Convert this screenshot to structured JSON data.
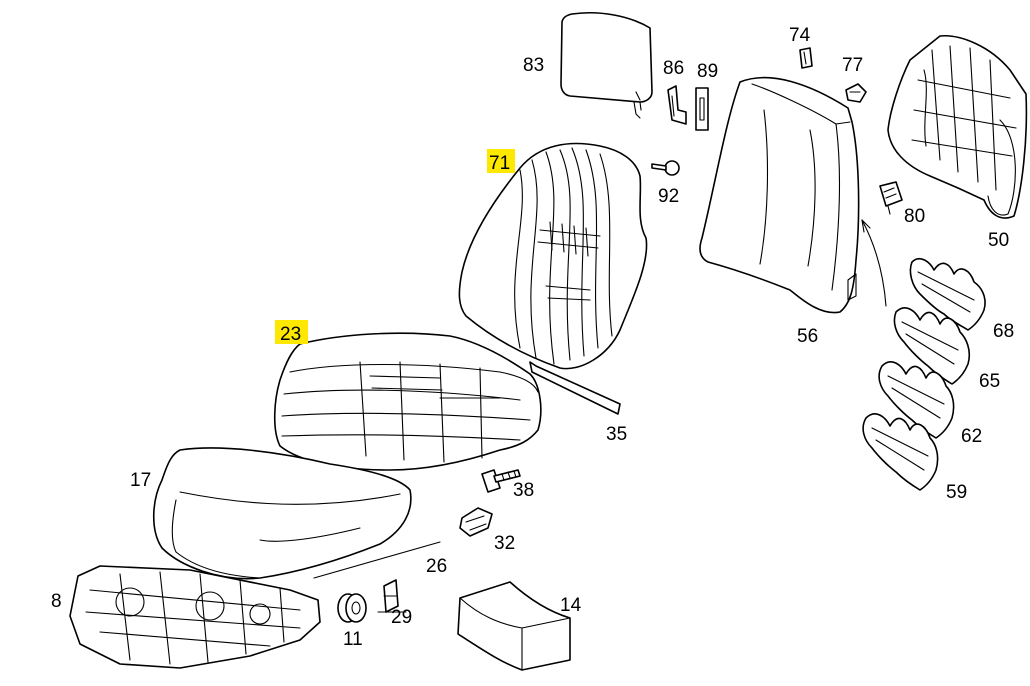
{
  "highlight_color": "#ffe800",
  "labels": {
    "l83": "83",
    "l86": "86",
    "l89": "89",
    "l74": "74",
    "l77": "77",
    "l92": "92",
    "l71": "71",
    "l80": "80",
    "l50": "50",
    "l56": "56",
    "l68": "68",
    "l65": "65",
    "l62": "62",
    "l59": "59",
    "l23": "23",
    "l35": "35",
    "l38": "38",
    "l17": "17",
    "l32": "32",
    "l26": "26",
    "l8": "8",
    "l29": "29",
    "l11": "11",
    "l14": "14"
  },
  "highlighted": [
    "l71",
    "l23"
  ]
}
